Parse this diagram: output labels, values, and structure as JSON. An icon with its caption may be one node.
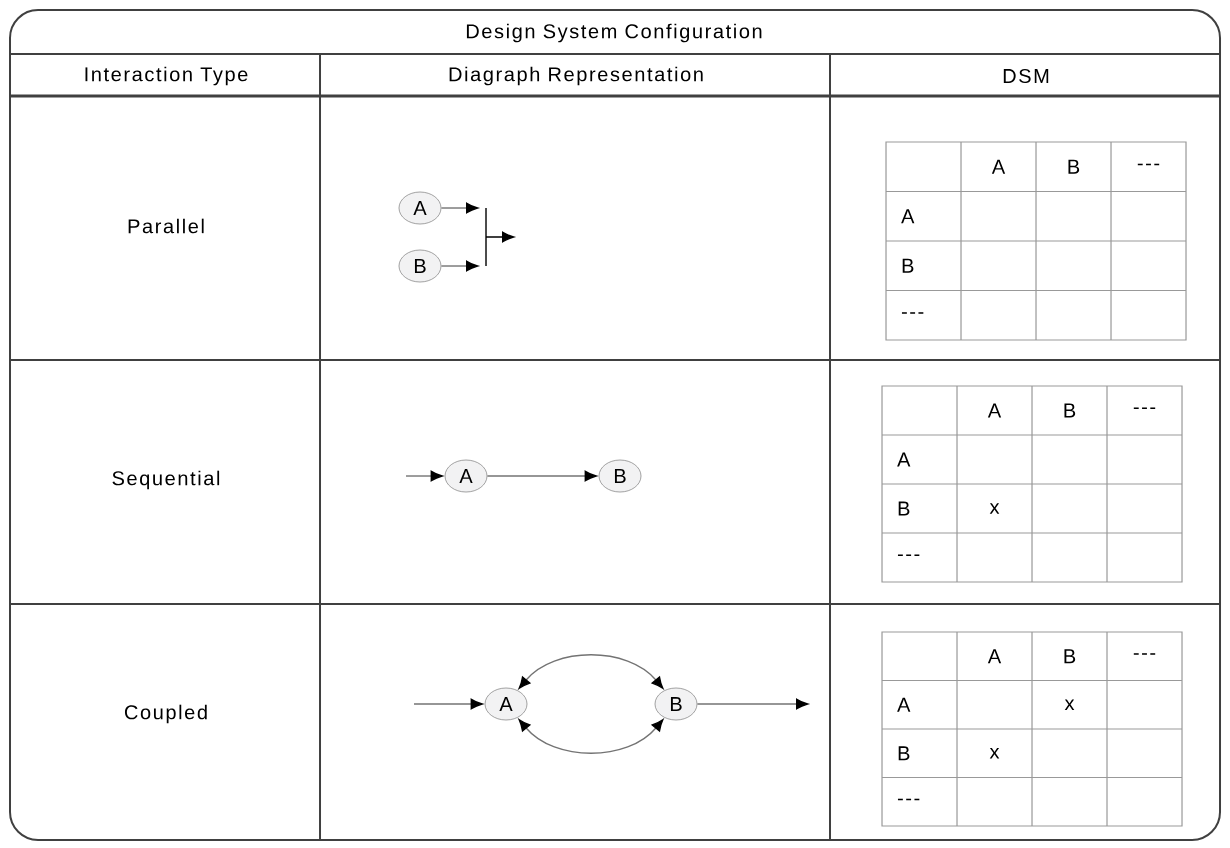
{
  "diagram": {
    "title": "Design System Configuration",
    "nodes": [
      {
        "text": [
          "A"
        ]
      },
      {
        "text": [
          "B"
        ]
      },
      {
        "text": [
          "A"
        ]
      },
      {
        "text": [
          "B"
        ]
      },
      {
        "text": [
          "A"
        ]
      },
      {
        "text": [
          "B"
        ]
      }
    ],
    "edges": [
      {
        "from": 0,
        "to": null,
        "arrow": "to"
      },
      {
        "from": 1,
        "to": null,
        "arrow": "to"
      },
      {
        "from": null,
        "to": 2,
        "arrow": "to"
      },
      {
        "from": 2,
        "to": 3,
        "arrow": "to"
      },
      {
        "from": null,
        "to": 4,
        "arrow": "to"
      },
      {
        "from": 4,
        "to": 5,
        "arrow": "both"
      },
      {
        "from": 4,
        "to": 5,
        "arrow": "both"
      },
      {
        "from": 5,
        "to": null,
        "arrow": "to"
      }
    ],
    "labels": [
      "Interaction Type",
      "Diagraph Representation",
      "DSM",
      "Parallel",
      "A",
      "B",
      "---",
      "A",
      "B",
      "---",
      "Sequential",
      "A",
      "B",
      "---",
      "A",
      "B",
      "x",
      "---",
      "Coupled",
      "A",
      "B",
      "---",
      "A",
      "x",
      "B",
      "x",
      "---"
    ]
  }
}
